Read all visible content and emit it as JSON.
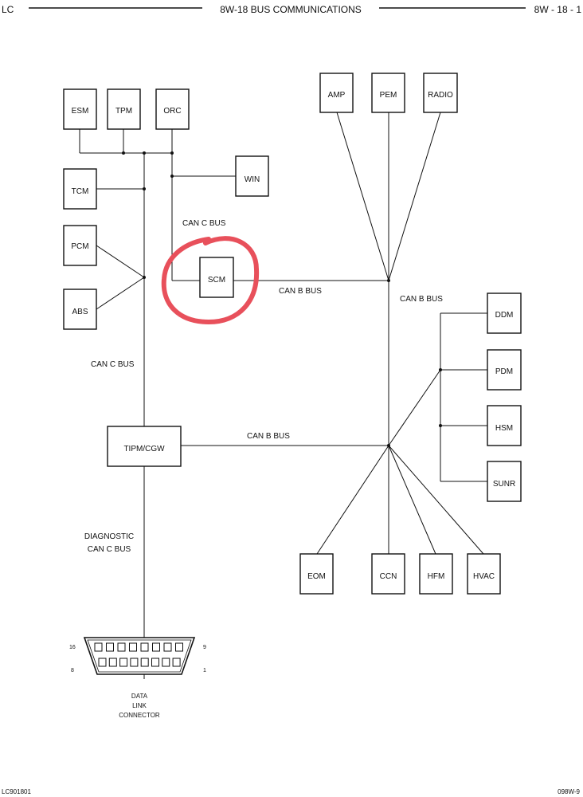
{
  "header": {
    "left": "LC",
    "title": "8W-18 BUS COMMUNICATIONS",
    "right": "8W - 18 - 1"
  },
  "footer": {
    "left": "LC901801",
    "right": "098W-9"
  },
  "modules": {
    "esm": "ESM",
    "tpm": "TPM",
    "orc": "ORC",
    "win": "WIN",
    "tcm": "TCM",
    "pcm": "PCM",
    "abs": "ABS",
    "scm": "SCM",
    "tipm": "TIPM/CGW",
    "amp": "AMP",
    "pem": "PEM",
    "radio": "RADIO",
    "ddm": "DDM",
    "pdm": "PDM",
    "hsm": "HSM",
    "sunr": "SUNR",
    "eom": "EOM",
    "ccn": "CCN",
    "hfm": "HFM",
    "hvac": "HVAC"
  },
  "labels": {
    "can_c_bus_upper": "CAN C BUS",
    "can_c_bus_left": "CAN C BUS",
    "can_b_bus_scm": "CAN B BUS",
    "can_b_bus_right": "CAN B BUS",
    "can_b_bus_tipm": "CAN B BUS",
    "diagnostic_line1": "DIAGNOSTIC",
    "diagnostic_line2": "CAN C BUS",
    "connector_line1": "DATA",
    "connector_line2": "LINK",
    "connector_line3": "CONNECTOR",
    "pin_16": "16",
    "pin_8": "8",
    "pin_9": "9",
    "pin_1": "1"
  },
  "colors": {
    "highlight_circle": "#e8505b",
    "line": "#111111"
  }
}
